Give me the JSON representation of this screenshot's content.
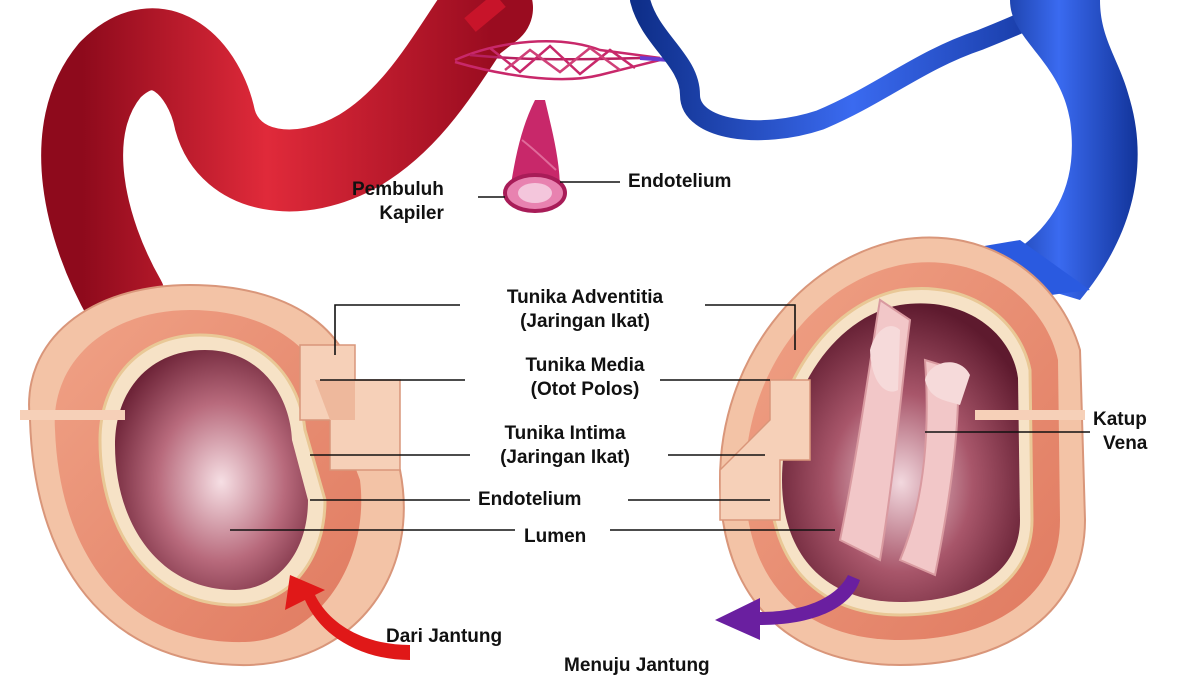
{
  "labels": {
    "capillary_line1": "Pembuluh",
    "capillary_line2": "Kapiler",
    "endothelium_top": "Endotelium",
    "adventitia_line1": "Tunika Adventitia",
    "adventitia_line2": "(Jaringan Ikat)",
    "media_line1": "Tunika Media",
    "media_line2": "(Otot Polos)",
    "intima_line1": "Tunika Intima",
    "intima_line2": "(Jaringan Ikat)",
    "endothelium_mid": "Endotelium",
    "lumen": "Lumen",
    "valve_line1": "Katup",
    "valve_line2": "Vena",
    "from_heart": "Dari Jantung",
    "to_heart": "Menuju Jantung"
  },
  "colors": {
    "artery": "#c8142a",
    "artery_dark": "#8e0a1c",
    "vein": "#1f4fd6",
    "vein_dark": "#0f2f8a",
    "capillary": "#c8286a",
    "wall_outer": "#f3c3a6",
    "wall_muscle": "#e8866a",
    "lumen": "#8a3a4e",
    "arrow_red": "#e01818",
    "arrow_purple": "#6a1fa0"
  }
}
